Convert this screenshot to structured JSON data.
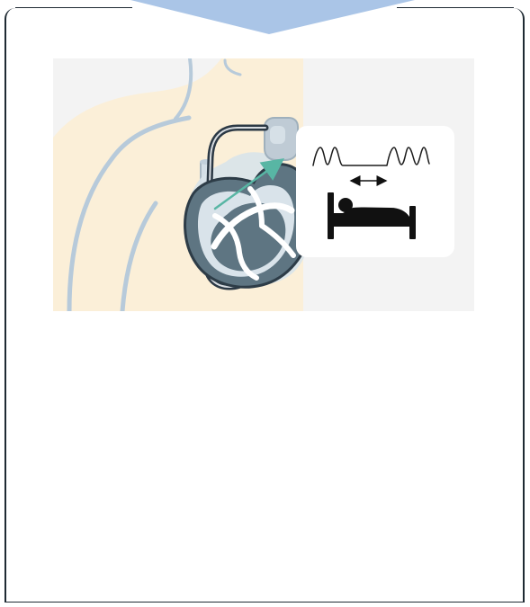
{
  "diagram": {
    "type": "medical-illustration",
    "icons": [
      "down-arrow-banner",
      "torso-silhouette",
      "pacemaker-device",
      "lead-wire",
      "heart-cross-section",
      "signal-arrow",
      "sleep-apnea-waveform",
      "double-arrow-icon",
      "bed-sleeper-icon"
    ],
    "colors": {
      "banner": "#aac5e7",
      "skin": "#fbefd8",
      "outline": "#2f3d48",
      "device": "#bfcbd5",
      "heart": "#5e7582",
      "arrow": "#58b6a4",
      "panel": "#ffffff",
      "background": "#f3f3f3",
      "frame": "#1f2a33"
    }
  }
}
